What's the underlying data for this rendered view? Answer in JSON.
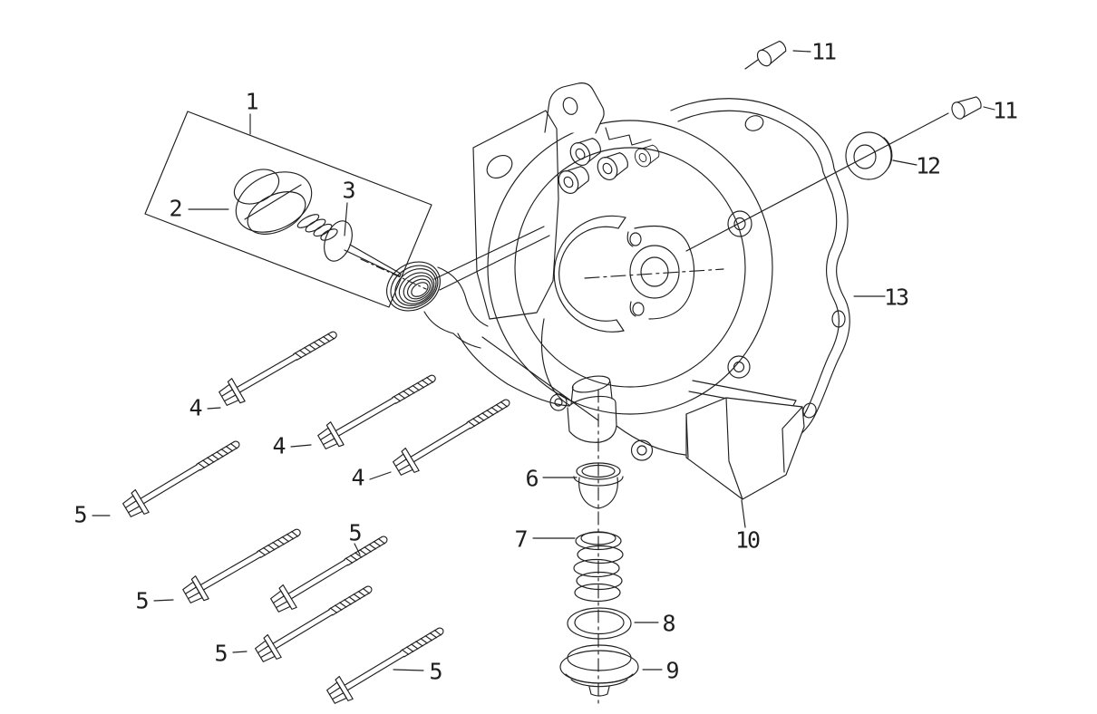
{
  "diagram": {
    "type": "exploded-parts-line-drawing",
    "subject": "engine right crankcase side cover assembly",
    "background_color": "#ffffff",
    "line_color": "#1f1f1f",
    "callouts": [
      {
        "label": "1",
        "part": "dipstick-kit-box"
      },
      {
        "label": "2",
        "part": "oil-dipstick"
      },
      {
        "label": "3",
        "part": "dipstick-seal"
      },
      {
        "label": "4",
        "part": "flange-bolt"
      },
      {
        "label": "4",
        "part": "flange-bolt"
      },
      {
        "label": "4",
        "part": "flange-bolt"
      },
      {
        "label": "5",
        "part": "flange-bolt-long"
      },
      {
        "label": "5",
        "part": "flange-bolt-long"
      },
      {
        "label": "5",
        "part": "flange-bolt-long"
      },
      {
        "label": "5",
        "part": "flange-bolt-long"
      },
      {
        "label": "5",
        "part": "flange-bolt-long"
      },
      {
        "label": "6",
        "part": "oil-strainer-cup"
      },
      {
        "label": "7",
        "part": "spring"
      },
      {
        "label": "8",
        "part": "o-ring"
      },
      {
        "label": "9",
        "part": "oil-drain-cap"
      },
      {
        "label": "10",
        "part": "crankcase-cover-body"
      },
      {
        "label": "11",
        "part": "dowel-pin"
      },
      {
        "label": "11",
        "part": "dowel-pin"
      },
      {
        "label": "12",
        "part": "seal-grommet-ring"
      },
      {
        "label": "13",
        "part": "cover-gasket"
      }
    ]
  }
}
